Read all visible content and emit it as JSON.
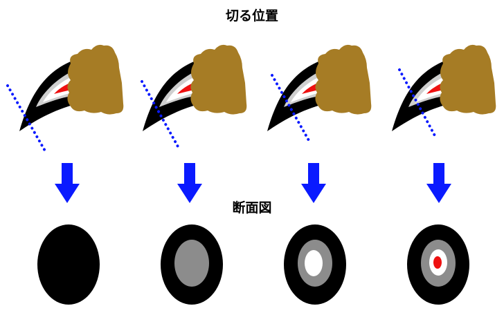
{
  "headings": {
    "cut_position": "切る位置",
    "cross_section": "断面図"
  },
  "panels": [
    {
      "cut_line_index": 0,
      "section": {
        "outer_layer": "black",
        "quick_layer": false,
        "core": false
      }
    },
    {
      "cut_line_index": 1,
      "section": {
        "outer_layer": "black",
        "quick_layer": "gray",
        "core": false
      }
    },
    {
      "cut_line_index": 2,
      "section": {
        "outer_layer": "black",
        "quick_layer": "gray",
        "core": "white"
      }
    },
    {
      "cut_line_index": 3,
      "section": {
        "outer_layer": "black",
        "quick_layer": "gray",
        "core": "white",
        "blood_vessel": "red"
      }
    }
  ],
  "colors": {
    "nail": "#000000",
    "quick_outer": "#cccccc",
    "quick_inner": "#ffffff",
    "blood_vessel": "#ee1111",
    "fur": "#a67c25",
    "cut_line": "#0a1aff",
    "arrow": "#0a1aff",
    "section_gray": "#8c8c8c"
  }
}
